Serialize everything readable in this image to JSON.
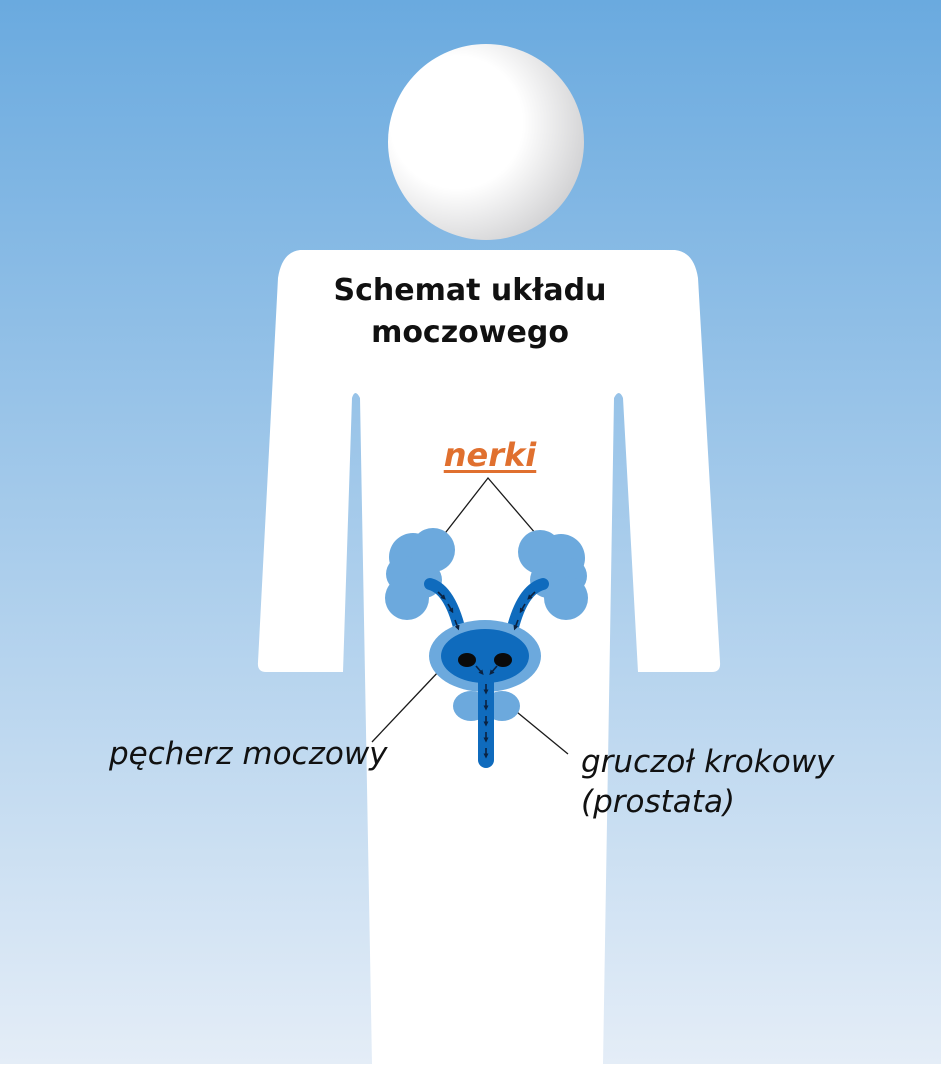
{
  "title": {
    "line1": "Schemat układu",
    "line2": "moczowego"
  },
  "labels": {
    "kidneys": "nerki",
    "bladder": "pęcherz moczowy",
    "prostate_line1": "gruczoł krokowy",
    "prostate_line2": "(prostata)"
  },
  "colors": {
    "background_top": "#6aaadf",
    "background_bottom": "#e4edf7",
    "body": "#ffffff",
    "head_shade": "#c9c9cb",
    "organ_light": "#6ca9dd",
    "organ_dark": "#0f6bbd",
    "kidneys_label": "#e0702f",
    "text": "#111111",
    "arrow": "#0b2240"
  }
}
